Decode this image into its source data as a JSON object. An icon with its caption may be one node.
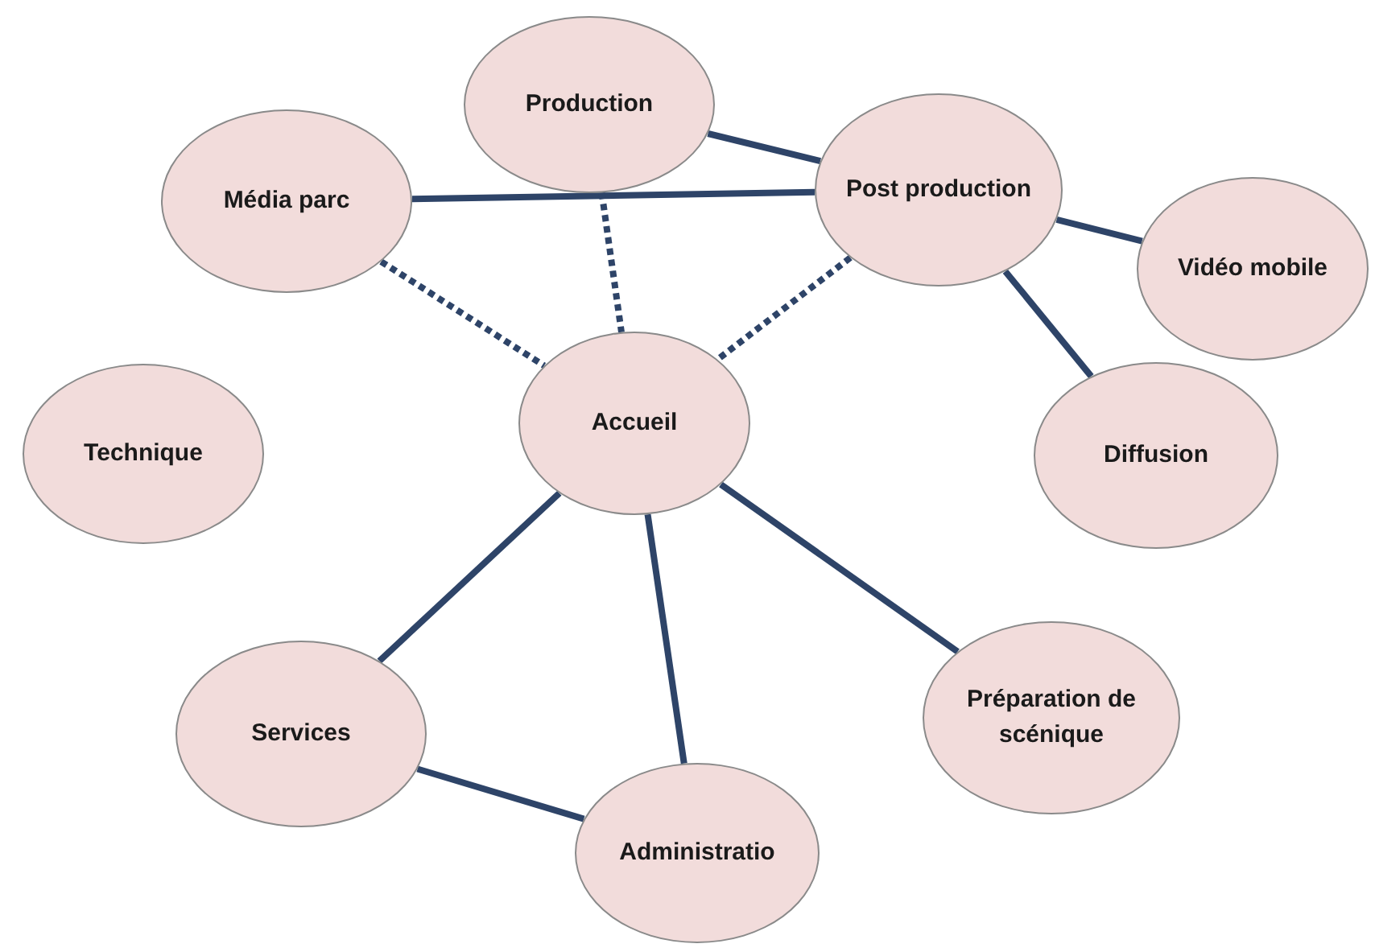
{
  "diagram": {
    "nodes": [
      {
        "text": [
          "Production"
        ]
      },
      {
        "text": [
          "Média parc"
        ]
      },
      {
        "text": [
          "Post production"
        ]
      },
      {
        "text": [
          "Vidéo mobile"
        ]
      },
      {
        "text": [
          "Technique"
        ]
      },
      {
        "text": [
          "Accueil"
        ]
      },
      {
        "text": [
          "Diffusion"
        ]
      },
      {
        "text": [
          "Services"
        ]
      },
      {
        "text": [
          "Préparation de scénique"
        ]
      },
      {
        "text": [
          "Administratio"
        ]
      }
    ],
    "edges": [
      {
        "from": 0,
        "to": 2,
        "arrow": "none"
      },
      {
        "from": 1,
        "to": 2,
        "arrow": "none"
      },
      {
        "from": 2,
        "to": 3,
        "arrow": "none"
      },
      {
        "from": 2,
        "to": 6,
        "arrow": "none"
      },
      {
        "from": 1,
        "to": 5,
        "arrow": "none",
        "style": "dashed"
      },
      {
        "from": 0,
        "to": 5,
        "arrow": "none",
        "style": "dashed"
      },
      {
        "from": 2,
        "to": 5,
        "arrow": "none",
        "style": "dashed"
      },
      {
        "from": 5,
        "to": 7,
        "arrow": "none"
      },
      {
        "from": 5,
        "to": 9,
        "arrow": "none"
      },
      {
        "from": 5,
        "to": 8,
        "arrow": "none"
      },
      {
        "from": 7,
        "to": 9,
        "arrow": "none"
      }
    ]
  }
}
